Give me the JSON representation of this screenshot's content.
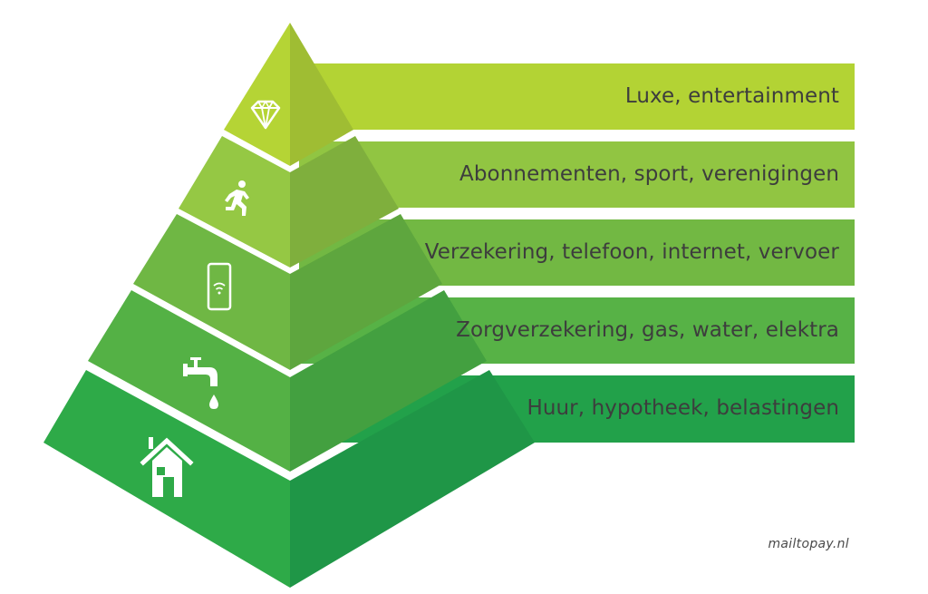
{
  "credit": "mailtopay.nl",
  "colors": {
    "level1": {
      "band": "#b3d334",
      "left": "#b5d435",
      "right": "#9fbd33"
    },
    "level2": {
      "band": "#91c542",
      "left": "#95c844",
      "right": "#7faf3d"
    },
    "level3": {
      "band": "#72b843",
      "left": "#6fb744",
      "right": "#5ea63e"
    },
    "level4": {
      "band": "#57b246",
      "left": "#54b145",
      "right": "#43a040"
    },
    "level5": {
      "band": "#22a14a",
      "left": "#2eaa48",
      "right": "#1f9647"
    },
    "text": "#3d3d3d"
  },
  "levels": [
    {
      "label": "Luxe, entertainment",
      "icon": "diamond-icon"
    },
    {
      "label": "Abonnementen, sport, verenigingen",
      "icon": "running-person-icon"
    },
    {
      "label": "Verzekering, telefoon, internet, vervoer",
      "icon": "tablet-wifi-icon"
    },
    {
      "label": "Zorgverzekering, gas, water, elektra",
      "icon": "water-tap-icon"
    },
    {
      "label": "Huur, hypotheek, belastingen",
      "icon": "house-icon"
    }
  ]
}
